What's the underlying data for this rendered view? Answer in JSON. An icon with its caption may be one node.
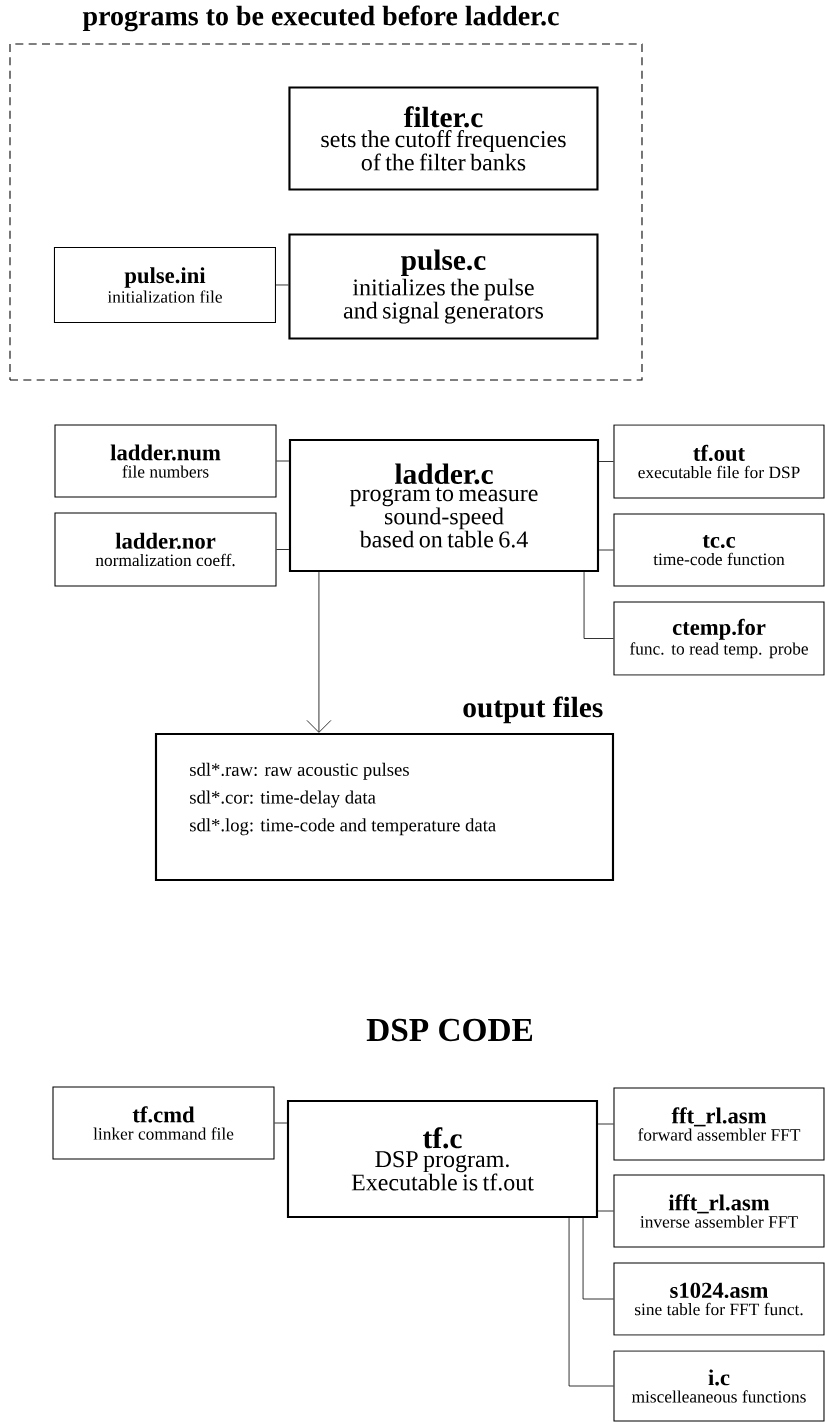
{
  "diagram": {
    "nodes": [
      {
        "text": [
          "programs to be executed before ladder.c"
        ]
      },
      {
        "text": [
          "filter.c",
          "sets the cutoff frequencies of the filter banks"
        ],
        "in": 0
      },
      {
        "text": [
          "pulse.ini",
          "initialization file"
        ],
        "in": 0
      },
      {
        "text": [
          "pulse.c",
          "initializes the pulse and signal generators"
        ],
        "in": 0
      },
      {
        "text": [
          "ladder.num",
          "file numbers"
        ]
      },
      {
        "text": [
          "ladder.nor",
          "normalization coeff."
        ]
      },
      {
        "text": [
          "ladder.c",
          "program to measure sound-speed based on table 6.4"
        ]
      },
      {
        "text": [
          "tf.out",
          "executable file for DSP"
        ]
      },
      {
        "text": [
          "tc.c",
          "time-code function"
        ]
      },
      {
        "text": [
          "ctemp.for",
          "func. to read temp. probe"
        ]
      },
      {
        "text": [
          "output files",
          "sdl*.raw: raw acoustic pulses",
          "sdl*.cor: time-delay data",
          "sdl*.log: time-code and temperature data"
        ]
      },
      {
        "text": [
          "tf.cmd",
          "linker command file"
        ]
      },
      {
        "text": [
          "tf.c",
          "DSP program. Executable is tf.out"
        ]
      },
      {
        "text": [
          "fft_rl.asm",
          "forward assembler FFT"
        ]
      },
      {
        "text": [
          "ifft_rl.asm",
          "inverse assembler FFT"
        ]
      },
      {
        "text": [
          "s1024.asm",
          "sine table for FFT funct."
        ]
      },
      {
        "text": [
          "i.c",
          "miscelleaneous functions"
        ]
      }
    ],
    "edges": [
      {
        "from": 2,
        "to": 3,
        "arrow": "none"
      },
      {
        "from": 4,
        "to": 6,
        "arrow": "none"
      },
      {
        "from": 5,
        "to": 6,
        "arrow": "none"
      },
      {
        "from": 6,
        "to": 7,
        "arrow": "none"
      },
      {
        "from": 6,
        "to": 8,
        "arrow": "none"
      },
      {
        "from": 6,
        "to": 9,
        "arrow": "none"
      },
      {
        "from": 6,
        "to": 10,
        "arrow": "to"
      },
      {
        "from": 11,
        "to": 12,
        "arrow": "none"
      },
      {
        "from": 12,
        "to": 13,
        "arrow": "none"
      },
      {
        "from": 12,
        "to": 14,
        "arrow": "none"
      },
      {
        "from": 12,
        "to": 15,
        "arrow": "none"
      },
      {
        "from": 12,
        "to": 16,
        "arrow": "none"
      }
    ],
    "labels": [
      "DSP CODE"
    ]
  }
}
